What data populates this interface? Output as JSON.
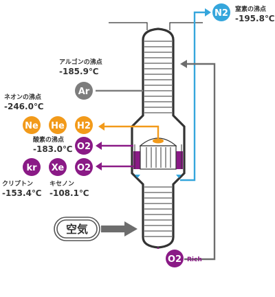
{
  "colors": {
    "nitrogen": "#35a6dc",
    "argon": "#7d7d7d",
    "light_gas": "#f29a1a",
    "oxygen": "#8a1a86",
    "krypton_xenon": "#8a1a86",
    "air": "#6d6d6d",
    "rich_oxygen": "#8a1a86",
    "return_line": "#6d6d6d",
    "column_outline": "#333333"
  },
  "nitrogen": {
    "badge": "N2",
    "label": "窒素の沸点",
    "temp": "-195.8℃"
  },
  "argon": {
    "badge": "Ar",
    "label": "アルゴンの沸点",
    "temp": "-185.9℃"
  },
  "neon": {
    "badge": "Ne",
    "label": "ネオンの沸点",
    "temp": "-246.0℃"
  },
  "helium": {
    "badge": "He"
  },
  "hydrogen": {
    "badge": "H2"
  },
  "oxygen": {
    "badge": "O2",
    "label": "酸素の沸点",
    "temp": "-183.0℃"
  },
  "oxygen_lower": {
    "badge": "O2"
  },
  "krypton": {
    "badge": "kr",
    "label": "クリプトン",
    "temp": "-153.4℃"
  },
  "xenon": {
    "badge": "Xe",
    "label": "キセノン",
    "temp": "-108.1℃"
  },
  "plus_sign": "+",
  "air": {
    "label": "空気"
  },
  "rich_oxygen": {
    "badge": "O2",
    "suffix": "Rich"
  }
}
